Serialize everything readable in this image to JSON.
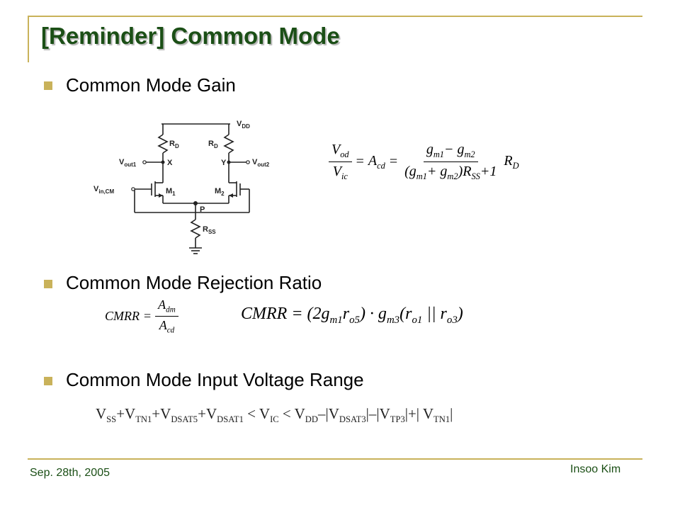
{
  "slide": {
    "title": "[Reminder] Common Mode",
    "bullets": [
      "Common Mode Gain",
      "Common Mode Rejection Ratio",
      "Common Mode Input Voltage Range"
    ]
  },
  "circuit": {
    "vdd": "V",
    "vdd_sub": "DD",
    "rd_left": "R",
    "rd_left_sub": "D",
    "rd_right": "R",
    "rd_right_sub": "D",
    "vout1": "V",
    "vout1_sub": "out1",
    "vout2": "V",
    "vout2_sub": "out2",
    "node_x": "X",
    "node_y": "Y",
    "vin": "V",
    "vin_sub": "in,CM",
    "m1": "M",
    "m1_sub": "1",
    "m2": "M",
    "m2_sub": "2",
    "node_p": "P",
    "rss": "R",
    "rss_sub": "SS"
  },
  "equations": {
    "gain": {
      "v_od": "V",
      "v_od_sub": "od",
      "v_ic": "V",
      "v_ic_sub": "ic",
      "a_cd": "A",
      "a_cd_sub": "cd",
      "num": "g",
      "num_sub1": "m1",
      "num_minus": "− g",
      "num_sub2": "m2",
      "den_open": "(g",
      "den_sub1": "m1",
      "den_plus": "+ g",
      "den_sub2": "m2",
      "den_close": ")R",
      "den_sub3": "SS",
      "den_tail": "+1",
      "rd": "R",
      "rd_sub": "D"
    },
    "cmrr_def": {
      "lhs": "CMRR",
      "num": "A",
      "num_sub": "dm",
      "den": "A",
      "den_sub": "cd"
    },
    "cmrr_expr": {
      "lhs": "CMRR",
      "p1": "(2g",
      "s1": "m1",
      "p2": "r",
      "s2": "o5",
      "p3": ") · g",
      "s3": "m3",
      "p4": "(r",
      "s4": "o1",
      "p5": " || r",
      "s5": "o3",
      "p6": ")"
    },
    "range": {
      "t1": "V",
      "s1": "SS",
      "t2": "+V",
      "s2": "TN1",
      "t3": "+V",
      "s3": "DSAT5",
      "t4": "+V",
      "s4": "DSAT1",
      "t5": " < V",
      "s5": "IC",
      "t6": " < V",
      "s6": "DD",
      "t7": "–|V",
      "s7": "DSAT3",
      "t8": "|–|V",
      "s8": "TP3",
      "t9": "|+|  V",
      "s9": "TN1",
      "t10": "|"
    }
  },
  "footer": {
    "date": "Sep. 28th, 2005",
    "author": "Insoo Kim"
  },
  "colors": {
    "accent_gold": "#c9b25a",
    "title_green": "#1b4f16"
  }
}
